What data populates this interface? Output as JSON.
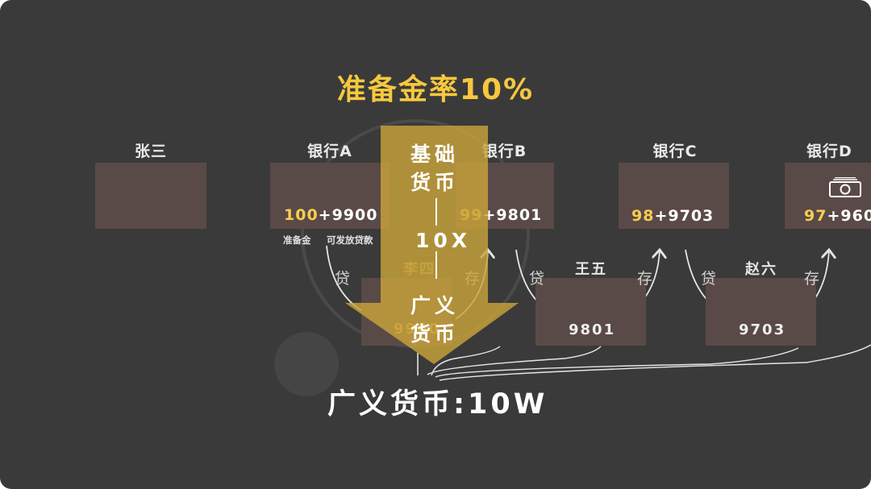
{
  "title": "准备金率10%",
  "people": {
    "zhangsan": "张三",
    "lisi": "李四",
    "wangwu": "王五",
    "zhaoliu": "赵六"
  },
  "banks": [
    {
      "name": "银行A",
      "reserve": "100",
      "loanable": "+9900"
    },
    {
      "name": "银行B",
      "reserve": "99",
      "loanable": "+9801"
    },
    {
      "name": "银行C",
      "reserve": "98",
      "loanable": "+9703"
    },
    {
      "name": "银行D",
      "reserve": "97",
      "loanable": "+960"
    }
  ],
  "labels": {
    "reserve": "准备金",
    "loanable": "可发放贷款"
  },
  "verbs": {
    "loan": "贷",
    "deposit": "存"
  },
  "deposits": {
    "lisi": "9900",
    "wangwu": "9801",
    "zhaoliu": "9703"
  },
  "arrow": {
    "line1": "基础",
    "line2": "货币",
    "multiplier": "10X",
    "line3": "广义",
    "line4": "货币"
  },
  "result": "广义货币:10W",
  "icons": {
    "bank_d": "money-bill-icon"
  },
  "colors": {
    "background": "#3a3a3a",
    "box": "#5a4a47",
    "accent": "#f5c83e",
    "arrow": "#c9a33a"
  }
}
